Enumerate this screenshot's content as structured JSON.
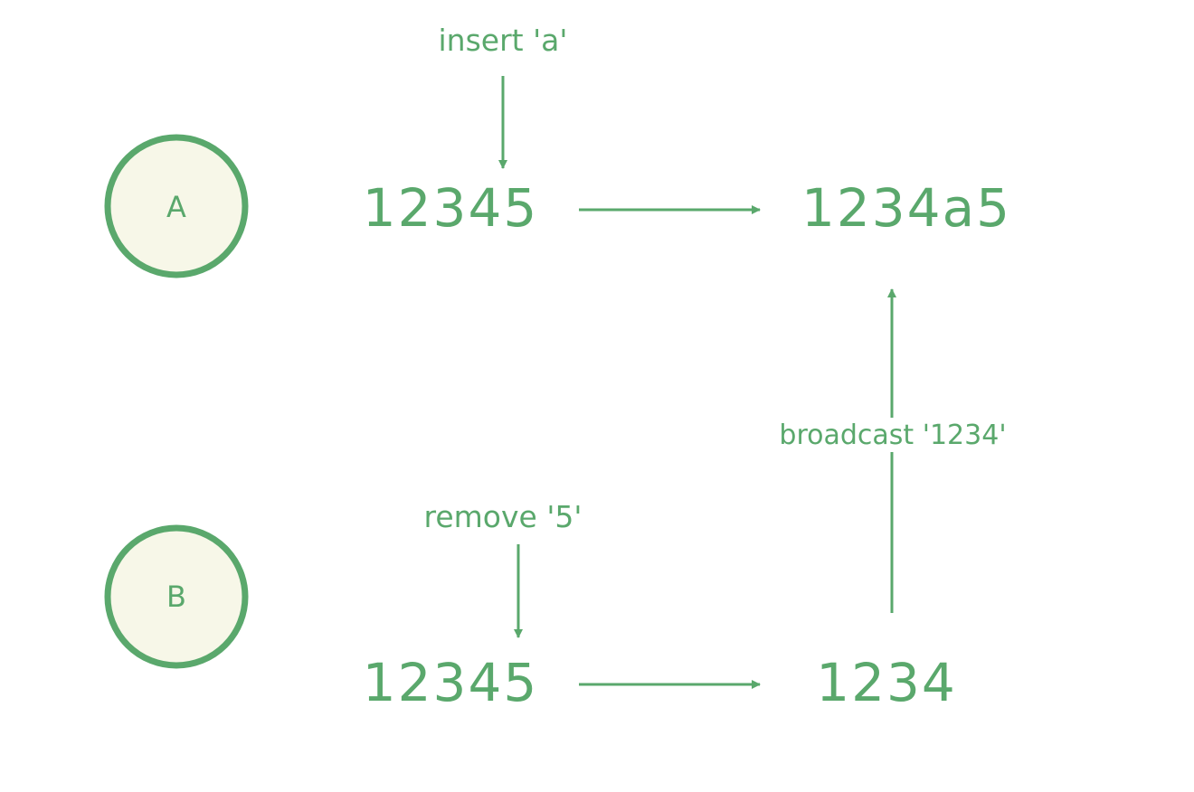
{
  "colors": {
    "accent": "#5aa86c",
    "node_fill": "#f7f7e8",
    "background": "#ffffff"
  },
  "nodes": {
    "a": {
      "label": "A"
    },
    "b": {
      "label": "B"
    }
  },
  "states": {
    "a_initial": "12345",
    "a_final": "1234a5",
    "b_initial": "12345",
    "b_final": "1234"
  },
  "operations": {
    "a_insert": "insert 'a'",
    "b_remove": "remove '5'",
    "b_broadcast": "broadcast '1234'"
  }
}
